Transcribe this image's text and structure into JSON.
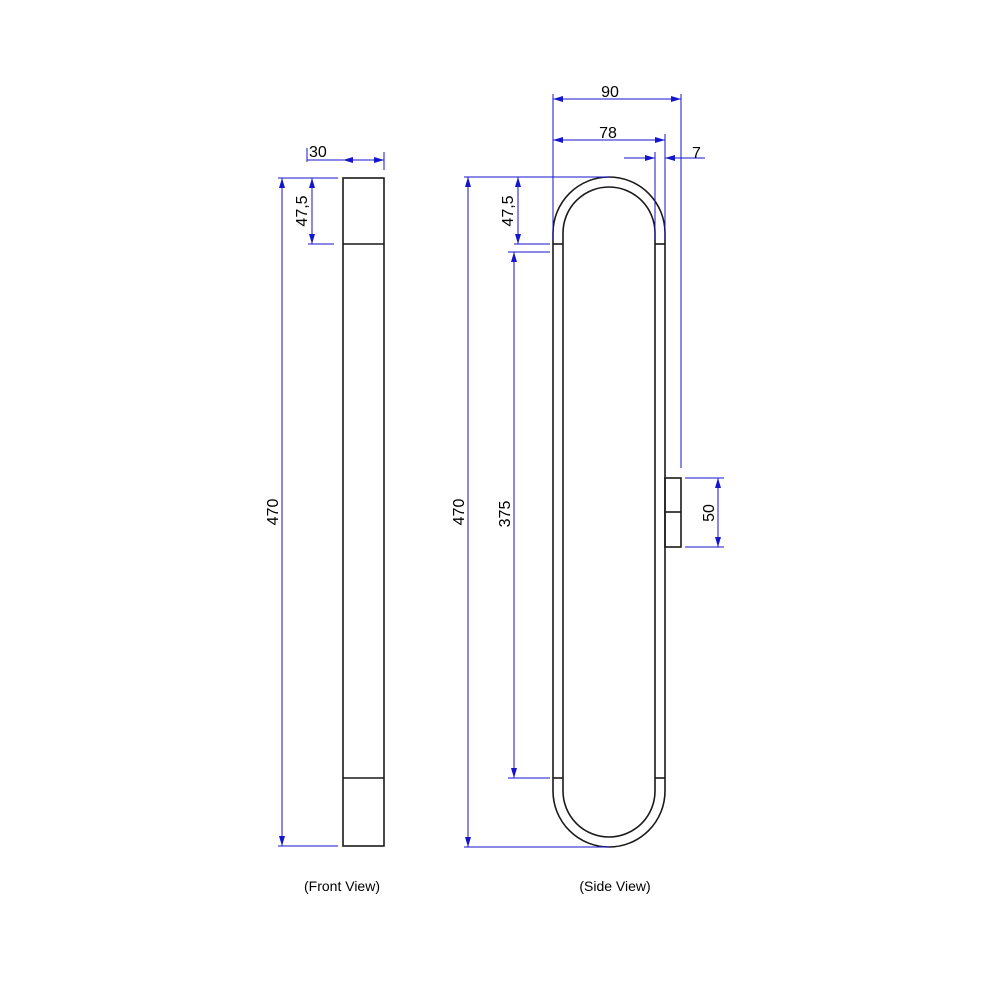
{
  "views": {
    "front": {
      "caption": "(Front View)"
    },
    "side": {
      "caption": "(Side View)"
    }
  },
  "dimensions": {
    "front_width": "30",
    "front_end_cap": "47,5",
    "front_height": "470",
    "side_overall_depth": "90",
    "side_loop_depth": "78",
    "side_wall_offset": "7",
    "side_end_cap": "47,5",
    "side_straight_length": "375",
    "side_height": "470",
    "side_mount_height": "50"
  },
  "colors": {
    "object_lines": "#1a1a1a",
    "dimension_lines": "#1515cc"
  }
}
